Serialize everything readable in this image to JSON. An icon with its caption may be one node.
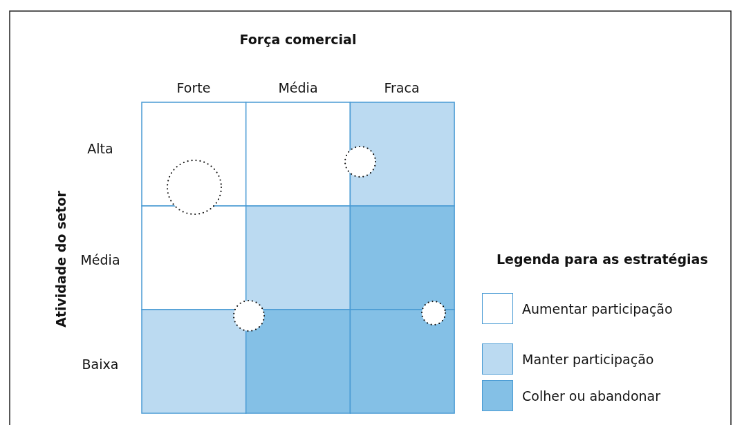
{
  "diagram": {
    "nodes": [
      {
        "text": [],
        "shape": "circle"
      },
      {
        "text": [],
        "shape": "circle"
      },
      {
        "text": [],
        "shape": "circle"
      },
      {
        "text": [],
        "shape": "circle"
      }
    ],
    "labels": [
      "Força comercial",
      "Forte",
      "Média",
      "Fraca",
      "Alta",
      "Atividade do setor",
      "Média",
      "Legenda para as estratégias",
      "Baixa"
    ],
    "legend": [
      {
        "text": "Aumentar participação",
        "color": "#ffffff"
      },
      {
        "text": "Manter participação",
        "color": "#bbdaf1"
      },
      {
        "text": "Colher ou abandonar",
        "color": "#84c0e6"
      }
    ]
  }
}
